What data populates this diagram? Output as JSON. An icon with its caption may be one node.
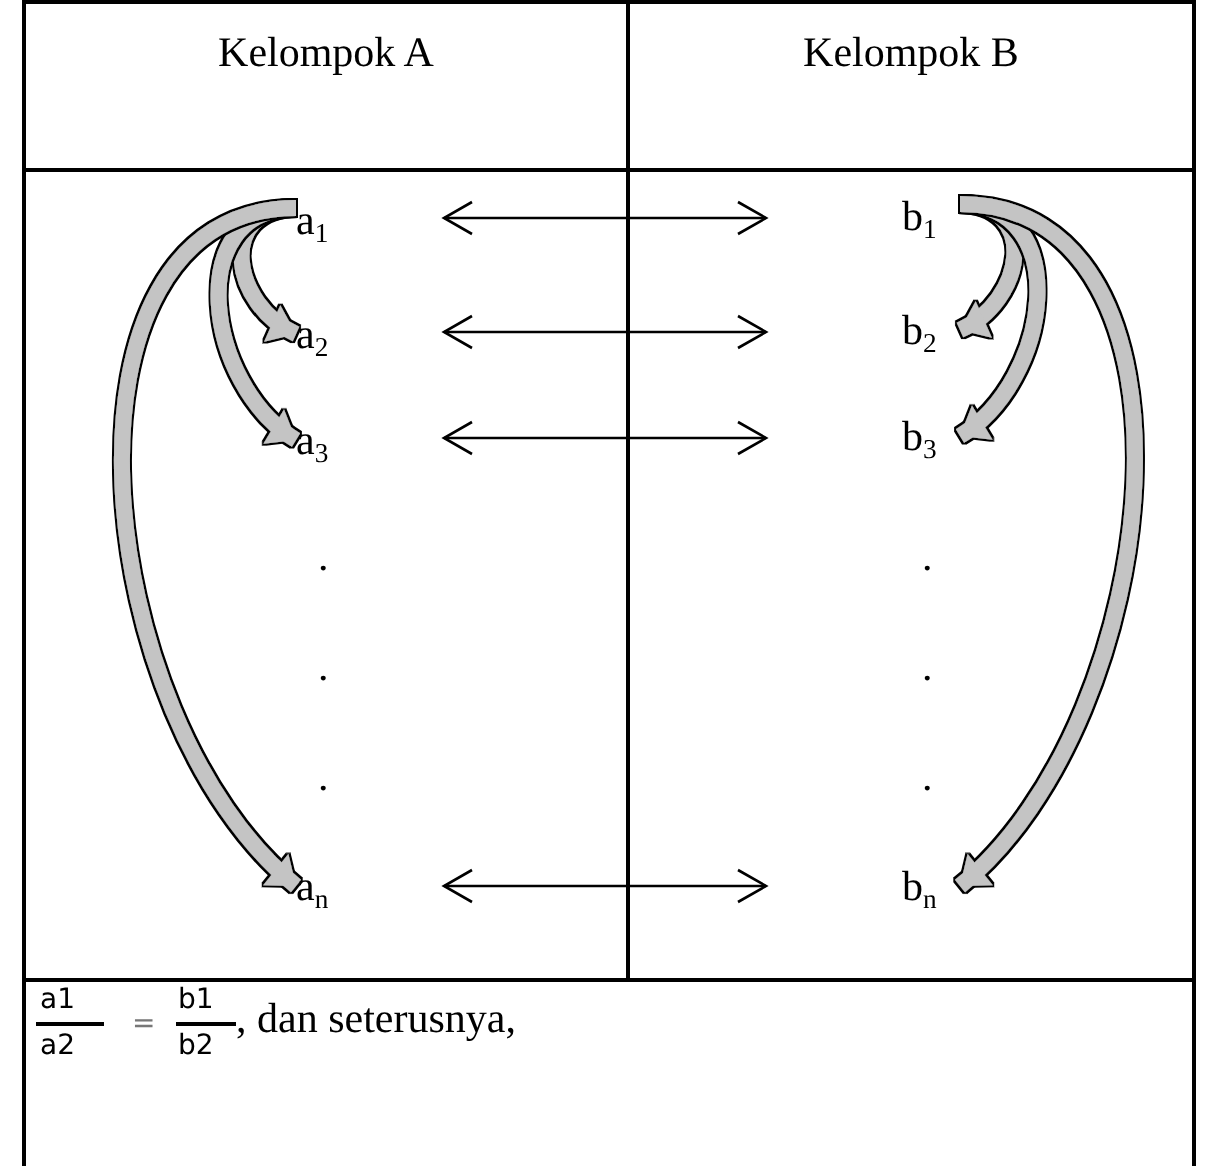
{
  "diagram": {
    "nodes": [
      {
        "text": [
          "a$_{1}$"
        ]
      },
      {
        "text": [
          "a$_{2}$"
        ]
      },
      {
        "text": [
          "a$_{3}$"
        ]
      },
      {
        "text": [
          "a$_{n}$"
        ]
      },
      {
        "text": [
          "b$_{1}$"
        ]
      },
      {
        "text": [
          "b$_{2}$"
        ]
      },
      {
        "text": [
          "b$_{3}$"
        ]
      },
      {
        "text": [
          "b$_{n}$"
        ]
      }
    ],
    "edges": [
      {
        "from": 0,
        "to": 4,
        "arrow": "both",
        "color": "#000000"
      },
      {
        "from": 1,
        "to": 5,
        "arrow": "both",
        "color": "#000000"
      },
      {
        "from": 2,
        "to": 6,
        "arrow": "both",
        "color": "#000000"
      },
      {
        "from": 3,
        "to": 7,
        "arrow": "both",
        "color": "#000000"
      },
      {
        "from": 0,
        "to": 1,
        "arrow": "to"
      },
      {
        "from": 0,
        "to": 2,
        "arrow": "to"
      },
      {
        "from": 0,
        "to": 3,
        "arrow": "to"
      },
      {
        "from": 4,
        "to": 5,
        "arrow": "to"
      },
      {
        "from": 4,
        "to": 6,
        "arrow": "to"
      },
      {
        "from": 4,
        "to": 7,
        "arrow": "to"
      }
    ],
    "labels": [
      "Kelompok A",
      "Kelompok B",
      ".",
      ".",
      ".",
      ".",
      ".",
      ".",
      "a1",
      "a2",
      "=",
      "b1",
      "b2",
      ", dan seterusnya,"
    ]
  }
}
